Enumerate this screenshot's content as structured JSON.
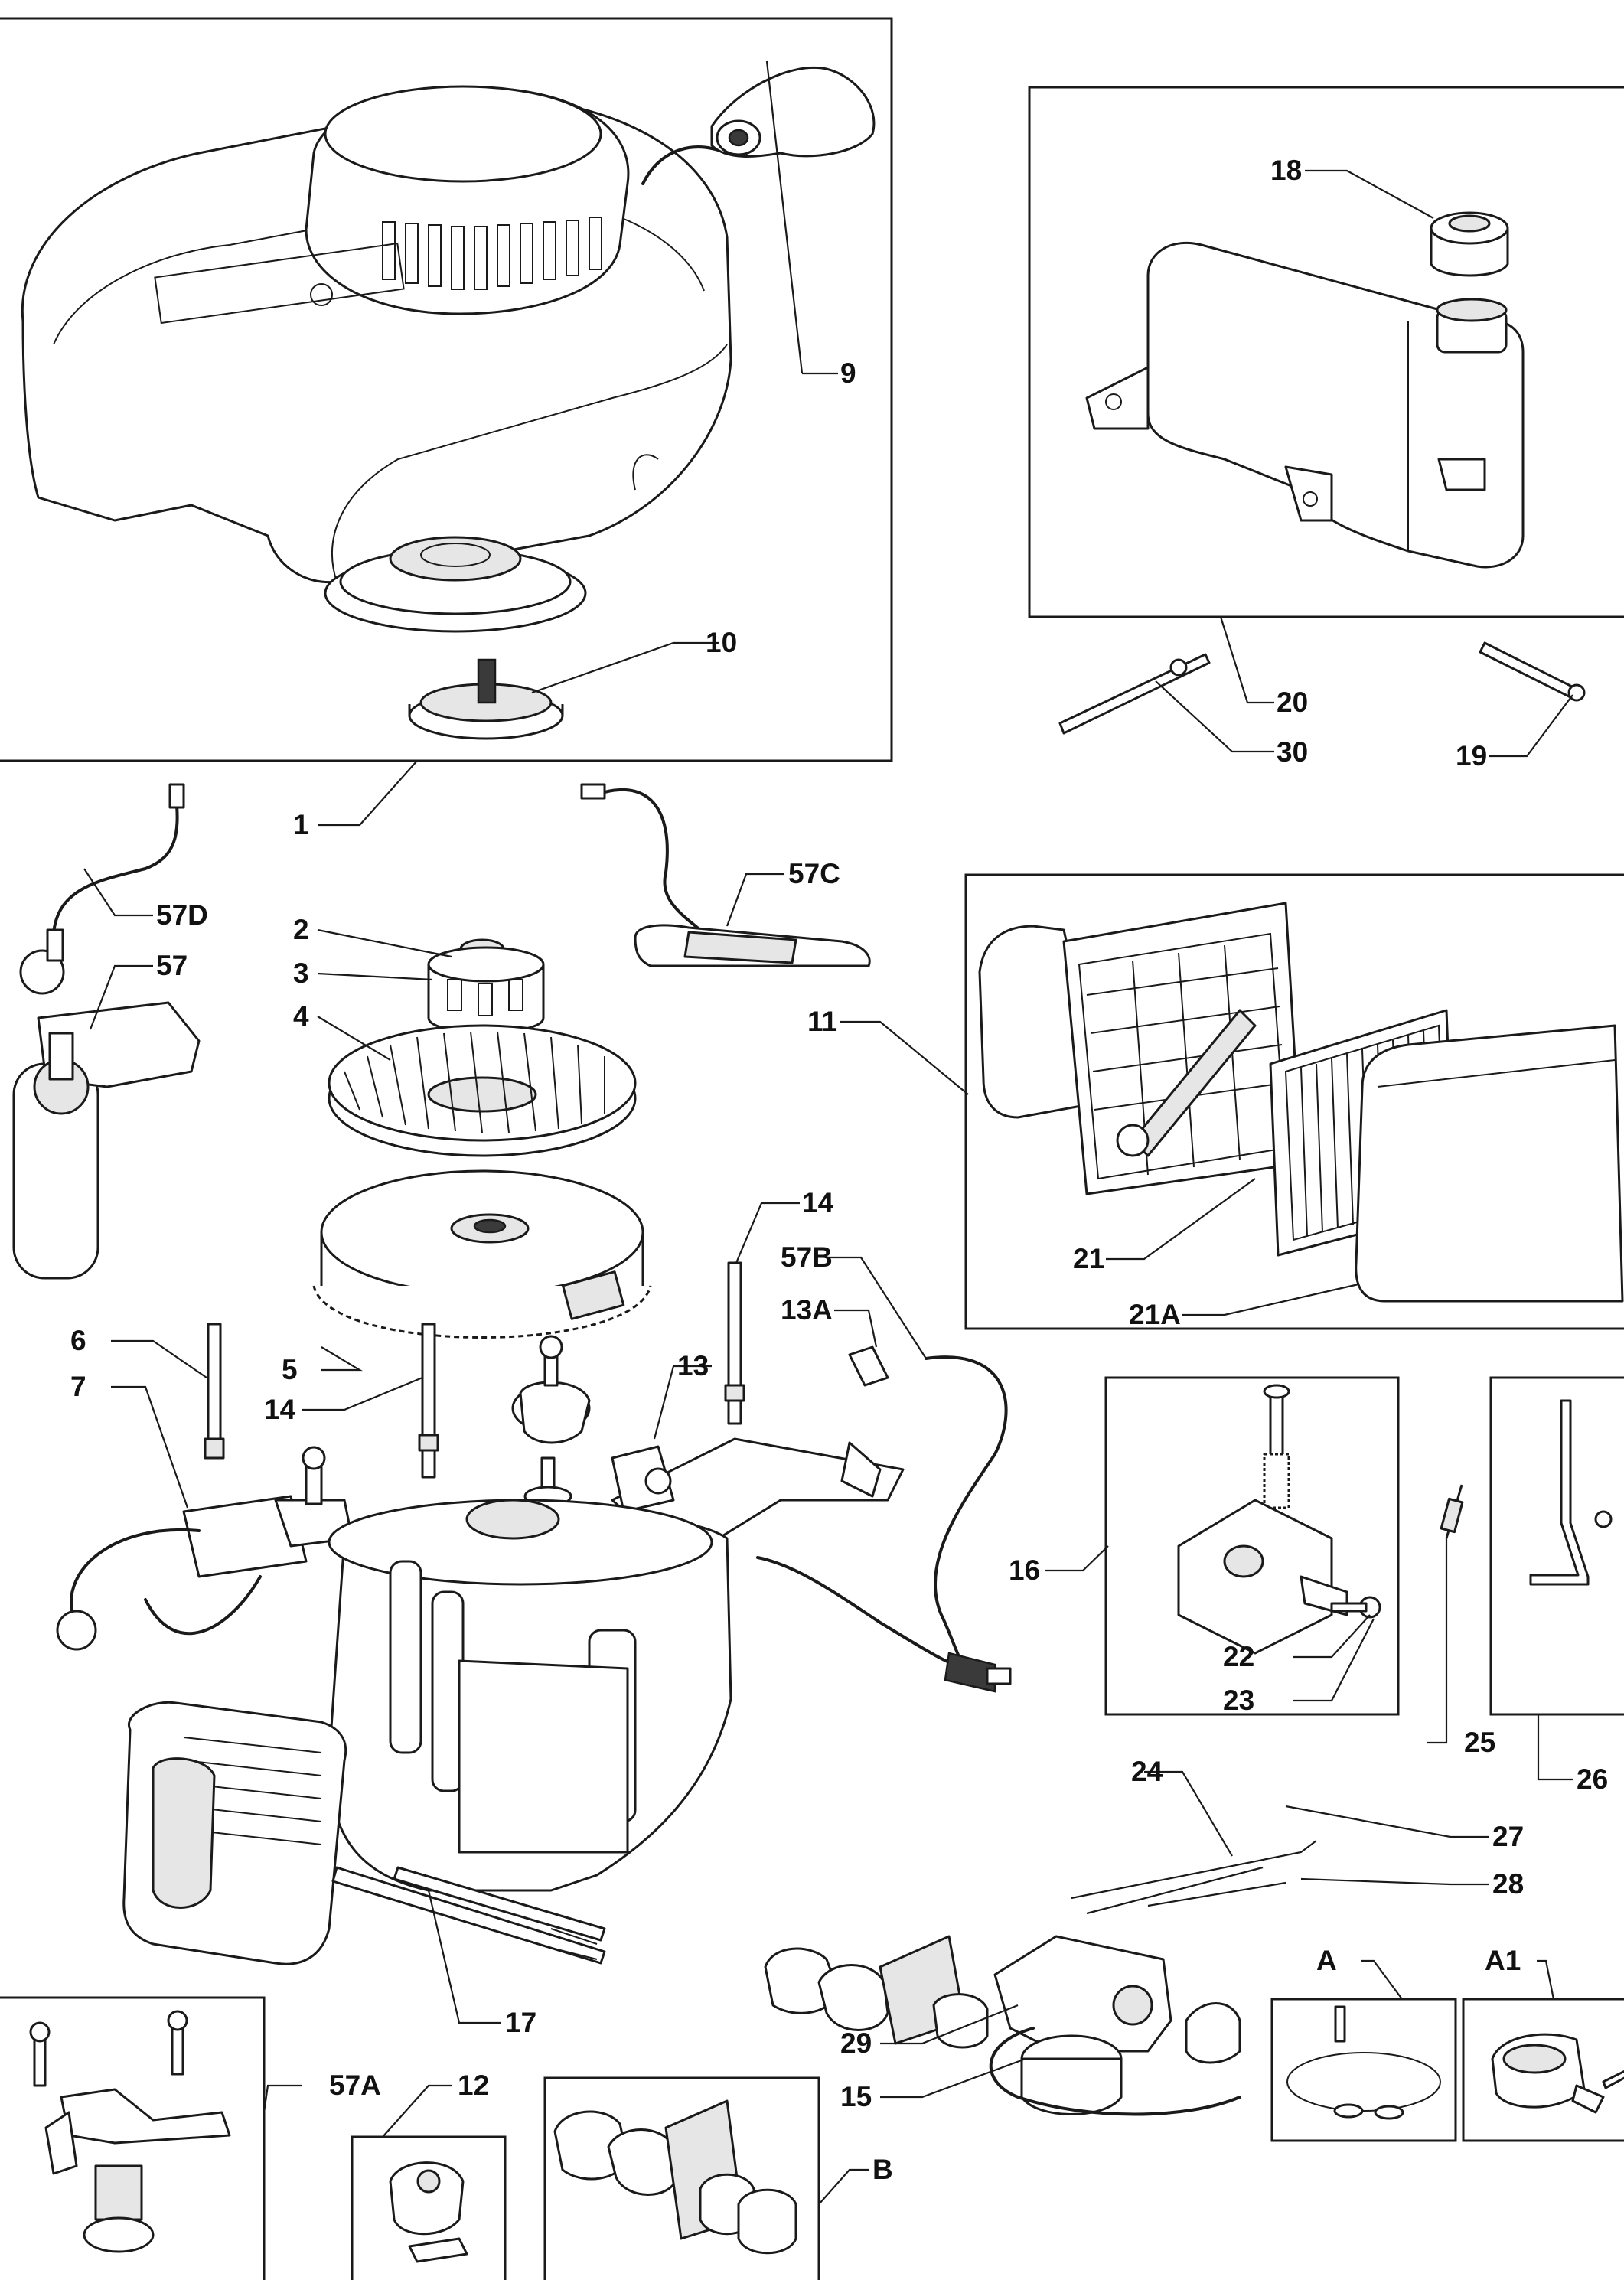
{
  "labels": {
    "l1": "1",
    "l2": "2",
    "l3": "3",
    "l4": "4",
    "l5": "5",
    "l6": "6",
    "l7": "7",
    "l9": "9",
    "l10": "10",
    "l11": "11",
    "l12": "12",
    "l13": "13",
    "l13A": "13A",
    "l14a": "14",
    "l14b": "14",
    "l15": "15",
    "l16": "16",
    "l17": "17",
    "l18": "18",
    "l19": "19",
    "l20": "20",
    "l21": "21",
    "l21A": "21A",
    "l22": "22",
    "l23": "23",
    "l24": "24",
    "l25": "25",
    "l26": "26",
    "l27": "27",
    "l28": "28",
    "l29": "29",
    "l30": "30",
    "l57": "57",
    "l57A": "57A",
    "l57B": "57B",
    "l57C": "57C",
    "l57D": "57D",
    "lA": "A",
    "lA1": "A1",
    "lB": "B"
  }
}
